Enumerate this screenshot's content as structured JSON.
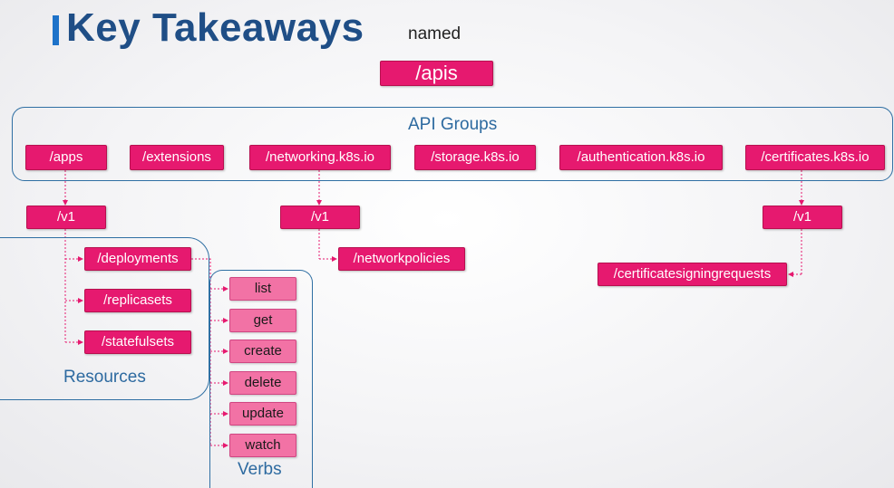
{
  "title": "Key Takeaways",
  "subtitle": "named",
  "root": "/apis",
  "api_groups_label": "API Groups",
  "groups": [
    "/apps",
    "/extensions",
    "/networking.k8s.io",
    "/storage.k8s.io",
    "/authentication.k8s.io",
    "/certificates.k8s.io"
  ],
  "versions": [
    "/v1",
    "/v1",
    "/v1"
  ],
  "resources": [
    "/deployments",
    "/replicasets",
    "/statefulsets"
  ],
  "resources_label": "Resources",
  "networkpolicies": "/networkpolicies",
  "csr": "/certificatesigningrequests",
  "verbs": [
    "list",
    "get",
    "create",
    "delete",
    "update",
    "watch"
  ],
  "verbs_label": "Verbs",
  "colors": {
    "accent": "#e6196f",
    "verb": "#f272a5",
    "title": "#1f4e86",
    "outline": "#2f6fa3"
  }
}
